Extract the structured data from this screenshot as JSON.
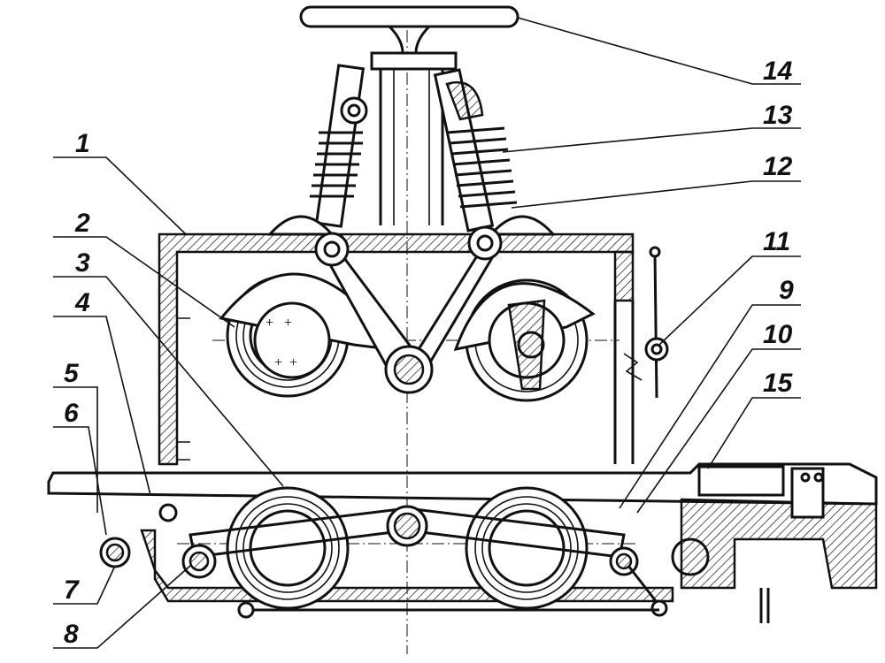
{
  "diagram": {
    "type": "technical-drawing",
    "labels": [
      "1",
      "2",
      "3",
      "4",
      "5",
      "6",
      "7",
      "8",
      "9",
      "10",
      "11",
      "12",
      "13",
      "14",
      "15"
    ]
  }
}
